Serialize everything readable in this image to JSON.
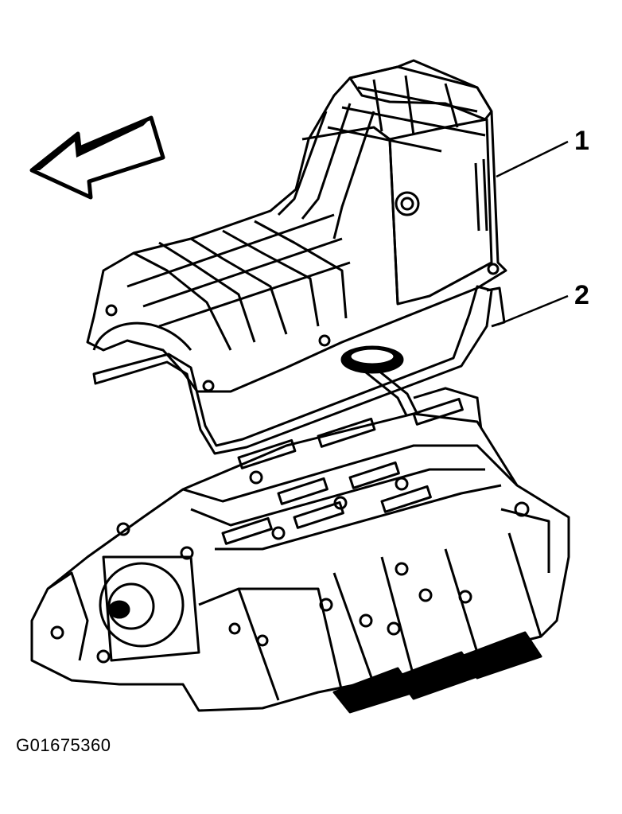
{
  "figure_code": "G01675360",
  "callouts": [
    {
      "number": "1",
      "part": "oil-pan"
    },
    {
      "number": "2",
      "part": "oil-pan-gasket"
    }
  ],
  "icons": {
    "direction": "front-direction-arrow-icon"
  },
  "colors": {
    "line": "#000000",
    "background": "#ffffff"
  }
}
